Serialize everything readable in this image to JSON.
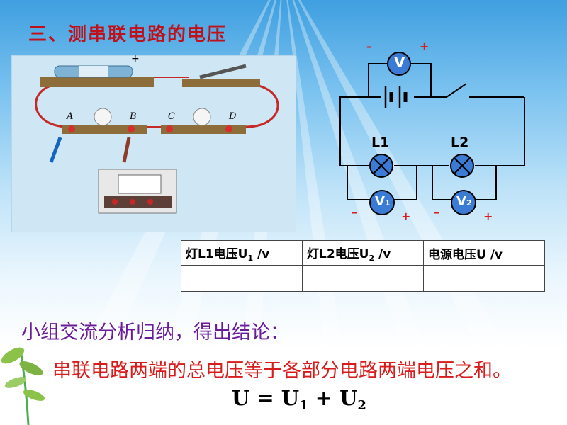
{
  "title": "三、测串联电路的电压",
  "circuit_labels": {
    "voltmeter_main": "V",
    "voltmeter_1": "V",
    "voltmeter_1_sub": "1",
    "voltmeter_2": "V",
    "voltmeter_2_sub": "2",
    "lamp_1": "L1",
    "lamp_2": "L2",
    "minus": "–",
    "plus": "+"
  },
  "photo_labels": {
    "a": "A",
    "b": "B",
    "c": "C",
    "d": "D",
    "minus": "–",
    "plus": "+"
  },
  "table": {
    "headers": [
      {
        "pre": "灯L1电压U",
        "sub": "1",
        "post": " /v"
      },
      {
        "pre": "灯L2电压U",
        "sub": "2",
        "post": " /v"
      },
      {
        "pre": "电源电压U /v",
        "sub": "",
        "post": ""
      }
    ],
    "row": [
      "",
      "",
      ""
    ]
  },
  "summary_text": "小组交流分析归纳，得出结论：",
  "conclusion_text": "串联电路两端的总电压等于各部分电路两端电压之和。",
  "formula": {
    "lhs": "U = U",
    "sub1": "1",
    "mid": " + U",
    "sub2": "2"
  },
  "colors": {
    "title": "#c0101a",
    "summary": "#6a1b9a",
    "conclusion": "#d81b1b",
    "meter_fill": "#3a7bd5"
  }
}
